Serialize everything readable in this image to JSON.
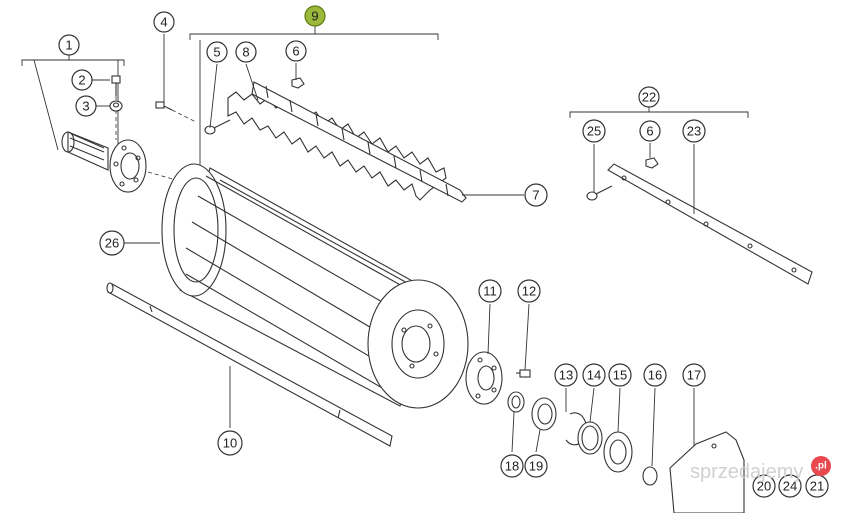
{
  "diagram": {
    "highlight_color": "#9ab83a",
    "callouts": [
      {
        "id": "c1",
        "label": "1"
      },
      {
        "id": "c2",
        "label": "2"
      },
      {
        "id": "c3",
        "label": "3"
      },
      {
        "id": "c4",
        "label": "4"
      },
      {
        "id": "c5",
        "label": "5"
      },
      {
        "id": "c6a",
        "label": "6"
      },
      {
        "id": "c7",
        "label": "7"
      },
      {
        "id": "c8",
        "label": "8"
      },
      {
        "id": "c9",
        "label": "9",
        "highlighted": true
      },
      {
        "id": "c10",
        "label": "10"
      },
      {
        "id": "c11",
        "label": "11"
      },
      {
        "id": "c12",
        "label": "12"
      },
      {
        "id": "c13",
        "label": "13"
      },
      {
        "id": "c14",
        "label": "14"
      },
      {
        "id": "c15",
        "label": "15"
      },
      {
        "id": "c16",
        "label": "16"
      },
      {
        "id": "c17",
        "label": "17"
      },
      {
        "id": "c18",
        "label": "18"
      },
      {
        "id": "c19",
        "label": "19"
      },
      {
        "id": "c20",
        "label": "20"
      },
      {
        "id": "c21",
        "label": "21"
      },
      {
        "id": "c22",
        "label": "22"
      },
      {
        "id": "c23",
        "label": "23"
      },
      {
        "id": "c24",
        "label": "24"
      },
      {
        "id": "c25",
        "label": "25"
      },
      {
        "id": "c6b",
        "label": "6"
      },
      {
        "id": "c26",
        "label": "26"
      }
    ]
  },
  "watermark": {
    "text": "sprzedajemy",
    "badge": ".pl",
    "badge_color": "#e8484e"
  }
}
